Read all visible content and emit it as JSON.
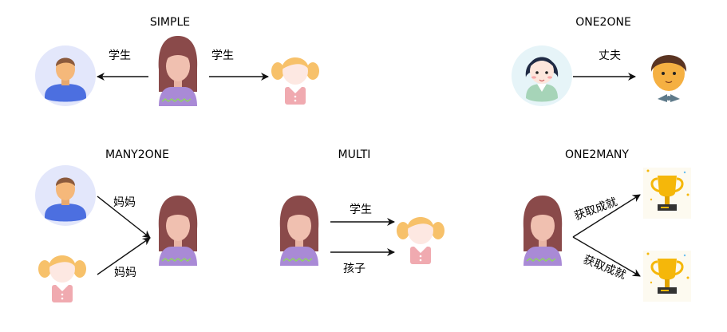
{
  "sections": {
    "simple": {
      "title": "SIMPLE",
      "left_label": "学生",
      "right_label": "学生"
    },
    "one2one": {
      "title": "ONE2ONE",
      "label": "丈夫"
    },
    "many2one": {
      "title": "MANY2ONE",
      "top_label": "妈妈",
      "bottom_label": "妈妈"
    },
    "multi": {
      "title": "MULTI",
      "top_label": "学生",
      "bottom_label": "孩子"
    },
    "one2many": {
      "title": "ONE2MANY",
      "top_label": "获取成就",
      "bottom_label": "获取成就"
    }
  },
  "colors": {
    "arrow": "#111111",
    "girl_hair": "#8a4a4a",
    "girl_skin": "#f0c0b0",
    "girl_sweater": "#a98ad6",
    "child_hair": "#f7c16a",
    "child_dress": "#f0aab0",
    "boy_circle_bg": "#e3e7fb",
    "boy_shirt": "#4c6fe0",
    "boy_hair": "#8b5a3c",
    "trophy_gold": "#f5b70a"
  }
}
